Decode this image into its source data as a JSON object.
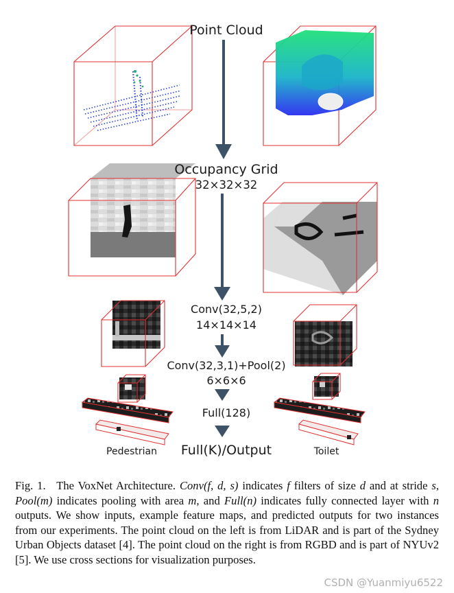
{
  "diagram": {
    "stages": {
      "point_cloud": "Point Cloud",
      "occupancy_grid": "Occupancy Grid",
      "occupancy_grid_size": "32×32×32",
      "conv1": "Conv(32,5,2)",
      "conv1_size": "14×14×14",
      "conv2": "Conv(32,3,1)+Pool(2)",
      "conv2_size": "6×6×6",
      "full": "Full(128)",
      "output": "Full(K)/Output"
    },
    "class_labels": {
      "left": "Pedestrian",
      "right": "Toilet"
    },
    "colors": {
      "arrow": "#3d5266",
      "cube_edge": "#e03030",
      "lidar_points": "#2440d8",
      "rgbd_gradient_top": "#1fe07a",
      "rgbd_gradient_bottom": "#2a2cf0"
    }
  },
  "caption": {
    "label": "Fig. 1.",
    "title": "The VoxNet Architecture.",
    "conv_expr": "Conv(f, d, s)",
    "conv_text_1": "indicates",
    "f": "f",
    "conv_text_2": "filters of size",
    "d": "d",
    "conv_text_3": "and at stride",
    "s": "s",
    "pool_expr": "Pool(m)",
    "pool_text": "indicates pooling with area",
    "m": "m",
    "and_text": ", and",
    "full_expr": "Full(n)",
    "full_text": "indicates fully connected layer with",
    "n": "n",
    "rest": "outputs. We show inputs, example feature maps, and predicted outputs for two instances from our experiments. The point cloud on the left is from LiDAR and is part of the Sydney Urban Objects dataset [4]. The point cloud on the right is from RGBD and is part of NYUv2 [5]. We use cross sections for visualization purposes."
  },
  "watermark": "CSDN @Yuanmiyu6522"
}
